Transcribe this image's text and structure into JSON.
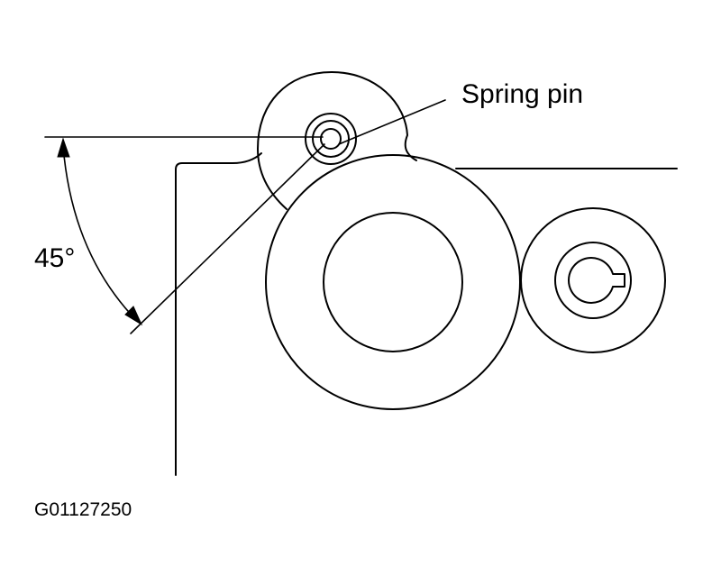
{
  "labels": {
    "spring_pin": "Spring pin",
    "angle": "45°",
    "figure_id": "G01127250"
  },
  "colors": {
    "line": "#000000",
    "background": "#ffffff"
  }
}
